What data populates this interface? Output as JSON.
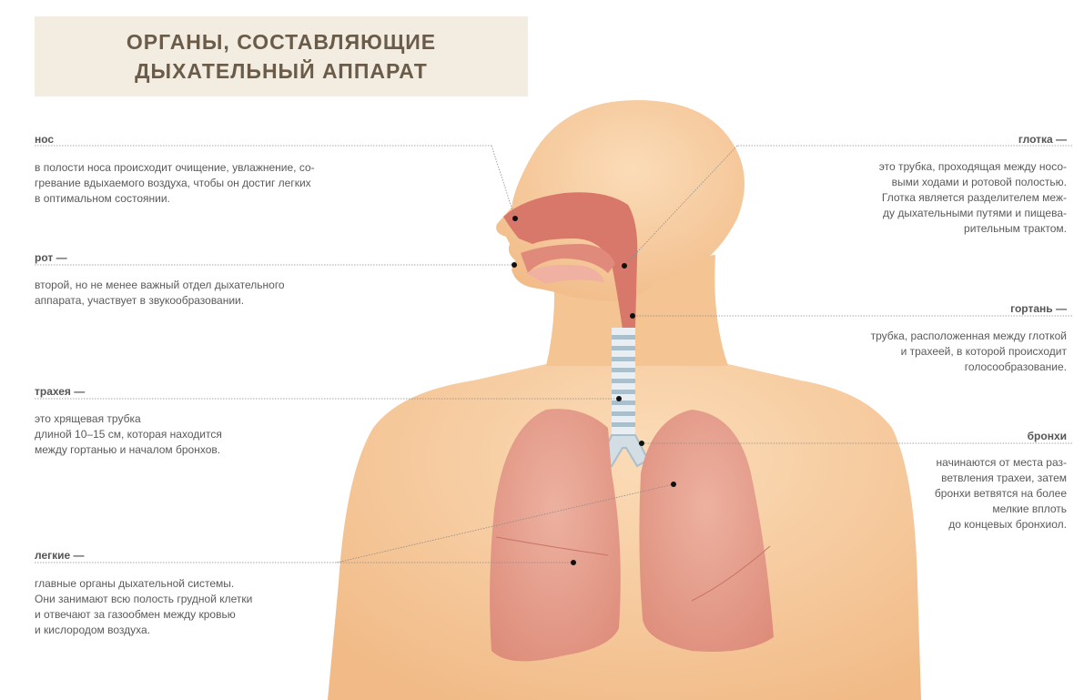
{
  "title": {
    "line1": "ОРГАНЫ, СОСТАВЛЯЮЩИЕ",
    "line2": "ДЫХАТЕЛЬНЫЙ АППАРАТ"
  },
  "labels": {
    "nose": {
      "term": "нос",
      "lines": [
        "в полости носа происходит очищение, увлажнение, со-",
        "гревание вдыхаемого воздуха, чтобы он достиг легких",
        "в оптимальном состоянии."
      ]
    },
    "mouth": {
      "term": "рот —",
      "lines": [
        "второй, но не менее важный отдел дыхательного",
        "аппарата, участвует в звукообразовании."
      ]
    },
    "trachea": {
      "term": "трахея —",
      "lines": [
        "это хрящевая трубка",
        "длиной 10–15 см,  которая находится",
        "между гортанью и началом бронхов."
      ]
    },
    "lungs": {
      "term": "легкие —",
      "lines": [
        "главные органы дыхательной системы.",
        "Они занимают всю полость грудной клетки",
        "и отвечают за газообмен между кровью",
        "и кислородом воздуха."
      ]
    },
    "pharynx": {
      "term": "глотка —",
      "lines": [
        "это трубка, проходящая между носо-",
        "выми ходами и ротовой полостью.",
        "Глотка является разделителем меж-",
        "ду дыхательными путями и пищева-",
        "рительным трактом."
      ]
    },
    "larynx": {
      "term": "гортань —",
      "lines": [
        "трубка, расположенная между глоткой",
        "и трахеей, в которой происходит",
        "голосообразование."
      ]
    },
    "bronchi": {
      "term": "бронхи",
      "lines": [
        "начинаются от места раз-",
        "ветвления трахеи, затем",
        "бронхи ветвятся на более",
        "мелкие вплоть",
        "до концевых бронхиол."
      ]
    }
  },
  "colors": {
    "skin": "#f7cc9e",
    "skin_shadow": "#efb882",
    "airway": "#d9786c",
    "lung": "#e9a391",
    "title_bg": "#f2ece1"
  }
}
